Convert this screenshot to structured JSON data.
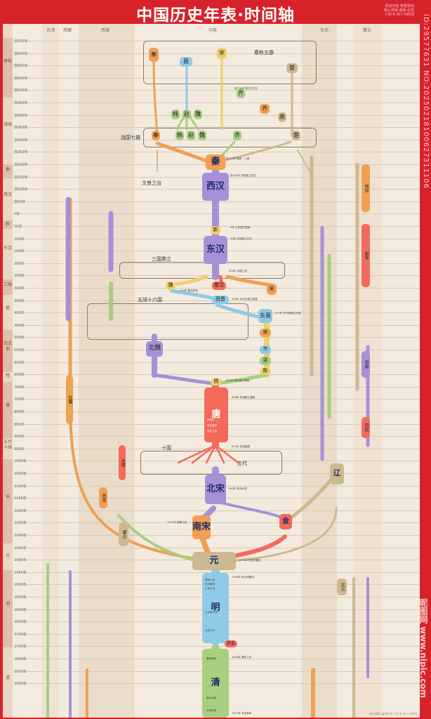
{
  "header": {
    "title": "中国历史年表·时间轴"
  },
  "top_note": [
    "原创内容 尊重劳动",
    "禁止商用 盗用 必究",
    "小红书 米人与时间"
  ],
  "regions": [
    {
      "key": "taiwan",
      "label": "台湾"
    },
    {
      "key": "xizang",
      "label": "西藏"
    },
    {
      "key": "xiyu",
      "label": "西域"
    },
    {
      "key": "zhongyuan",
      "label": "中原"
    },
    {
      "key": "dongbei",
      "label": "东北"
    },
    {
      "key": "menggu",
      "label": "蒙古"
    }
  ],
  "year_ticks": [
    "前700年",
    "前650年",
    "前600年",
    "前550年",
    "前500年",
    "前450年",
    "前400年",
    "前350年",
    "前300年",
    "前250年",
    "前200年",
    "前150年",
    "前100年",
    "前50年",
    "0年",
    "50年",
    "100年",
    "150年",
    "200年",
    "250年",
    "300年",
    "350年",
    "400年",
    "450年",
    "500年",
    "550年",
    "600年",
    "650年",
    "700年",
    "750年",
    "800年",
    "850年",
    "900年",
    "950年",
    "1000年",
    "1050年",
    "1100年",
    "1150年",
    "1200年",
    "1250年",
    "1300年",
    "1350年",
    "1400年",
    "1450年",
    "1500年",
    "1550年",
    "1600年",
    "1650年",
    "1700年",
    "1750年",
    "1800年",
    "1850年",
    "1900年"
  ],
  "eras": [
    {
      "label": "春秋"
    },
    {
      "label": "战国"
    },
    {
      "label": "秦"
    },
    {
      "label": "西汉"
    },
    {
      "label": "新"
    },
    {
      "label": "东汉"
    },
    {
      "label": "三国"
    },
    {
      "label": "晋"
    },
    {
      "label": "南北朝"
    },
    {
      "label": "隋"
    },
    {
      "label": "唐"
    },
    {
      "label": "五代十国"
    },
    {
      "label": "宋"
    },
    {
      "label": "元"
    },
    {
      "label": "明"
    },
    {
      "label": "清"
    }
  ],
  "groups": {
    "chunqiu": "春秋五霸",
    "zhanguo": "战国七雄",
    "wenjing": "文景之治",
    "sanguo": "三国鼎立",
    "shiliuguo": "五胡十六国",
    "shiguo": "十国",
    "wudai": "五代"
  },
  "dynasties": {
    "qin": "秦",
    "xihan": "西汉",
    "xin": "新",
    "donghan": "东汉",
    "wei": "魏",
    "shu": "蜀汉",
    "wu": "吴",
    "xijin": "西晋",
    "dongjin": "东晋",
    "song_s": "宋",
    "qi": "齐",
    "liang": "梁",
    "chen": "陈",
    "beiwei": "北魏",
    "sui": "隋",
    "tang": "唐",
    "liao": "辽",
    "beisong": "北宋",
    "nansong": "南宋",
    "jin": "金",
    "yuan": "元",
    "ming": "明",
    "qing": "清",
    "xiongnu": "匈奴",
    "xianbei": "鲜卑",
    "tujue": "突厥",
    "huihe": "回纥",
    "tubo": "吐蕃",
    "xixia": "西夏",
    "dali": "大理",
    "menggu": "蒙古",
    "beiyuan": "北元",
    "houjin": "后金"
  },
  "states": {
    "qin_s": "秦",
    "jin_s": "晋",
    "song_c": "宋",
    "chu": "楚",
    "qi_c": "齐",
    "han_z": "韩",
    "zhao": "赵",
    "wei_z": "魏",
    "yan": "燕",
    "qi_z": "齐",
    "qin_z": "秦",
    "chu_z": "楚",
    "qi2": "齐"
  },
  "tang_notes": [
    "武则天",
    "开元盛世",
    "安史之乱"
  ],
  "ming_notes": [
    "靖难之役",
    "永乐盛世",
    "仁宣之治",
    "土木堡之变",
    "万历中兴"
  ],
  "qing_notes": [
    "康乾盛世",
    "鸦片战争",
    "辛亥革命"
  ],
  "notes": {
    "n1": "前770年 周平王东迁",
    "n2": "前221年 秦统一六国",
    "n3": "前202年 刘邦建立西汉",
    "n4": "8年 王莽篡汉建新",
    "n5": "25年 刘秀建立东汉",
    "n6": "208年 赤壁之战",
    "n7": "220年 曹丕称帝",
    "n8": "265年 司马炎建立西晋",
    "n9": "317年 司马睿建立东晋",
    "n10": "581年 杨坚建立隋朝",
    "n11": "618年 李渊建立唐朝",
    "n12": "907年 朱温篡唐",
    "n13": "960年 陈桥兵变",
    "n14": "1127年 靖康之变",
    "n15": "1271年 忽必烈建元",
    "n16": "1368年 朱元璋建明",
    "n17": "1644年 清军入关",
    "n18": "1911年 辛亥革命"
  },
  "bottom_note": "禁止商用 盗用必究 小红书 米人与时间",
  "watermark": {
    "id": "ID:29577631 NO:20250218100627311106",
    "logo": "昵图网 www.nipic.com"
  },
  "colors": {
    "orange": "#f0a050",
    "red": "#f46a5a",
    "purple": "#a890d8",
    "blue": "#8fcbe6",
    "green": "#a8cf80",
    "yellow": "#f0cf6a",
    "tan": "#cdb990",
    "pink": "#f3a3a3"
  }
}
